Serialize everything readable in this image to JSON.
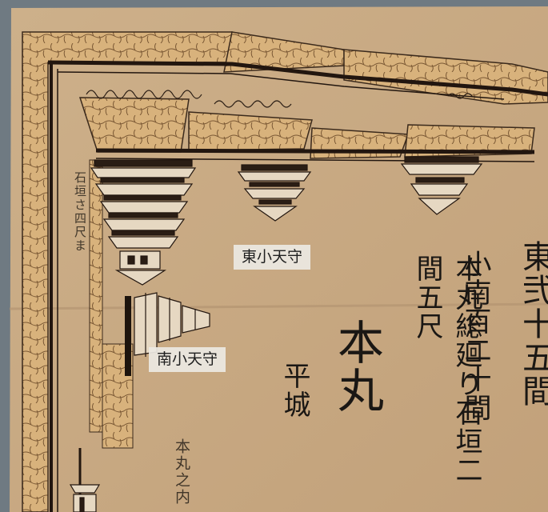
{
  "labels": {
    "east_keep": "東小天守",
    "south_keep": "南小天守"
  },
  "inscriptions": {
    "main": "本丸",
    "flat_castle": "平城",
    "east_length": "東弐十五間",
    "south_length": "小南百二十間",
    "wall_note": "本丸総廻り石垣二間五尺",
    "stone_wall_left": "石垣さ四尺ま",
    "inner_bailey": "本丸之内"
  },
  "colors": {
    "paper": "#c9ab86",
    "stone": "#d6b07a",
    "ink": "#2a1d14",
    "frame": "#6f7a82"
  }
}
